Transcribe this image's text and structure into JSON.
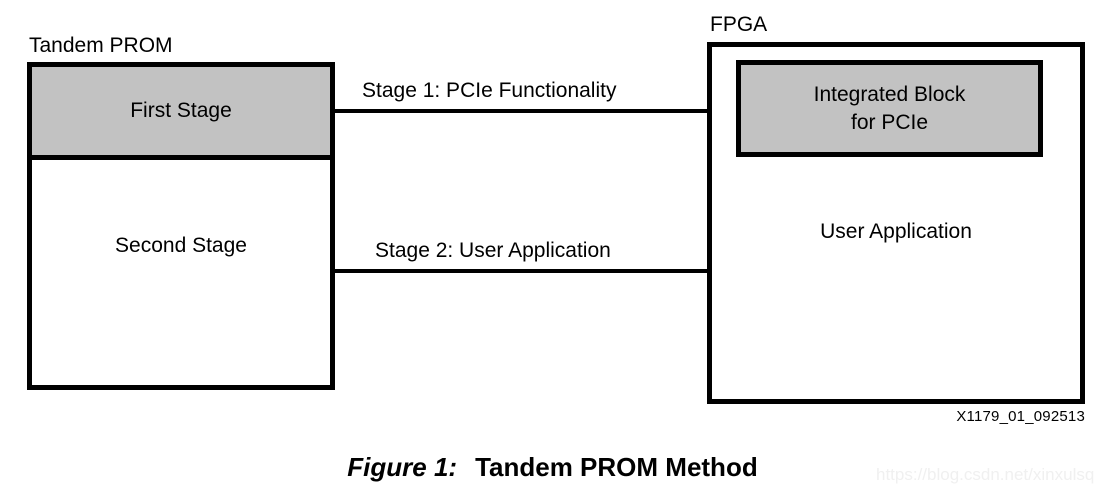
{
  "figure": {
    "id_code": "X1179_01_092513",
    "caption_label": "Figure 1:",
    "caption_title": "Tandem PROM Method"
  },
  "prom": {
    "label": "Tandem PROM",
    "first_stage": "First Stage",
    "second_stage": "Second Stage",
    "fill_color": "#c2c2c2"
  },
  "fpga": {
    "label": "FPGA",
    "pcie_block_line1": "Integrated Block",
    "pcie_block_line2": "for PCIe",
    "user_application": "User Application",
    "fill_color": "#c2c2c2"
  },
  "arrows": [
    {
      "label": "Stage 1: PCIe Functionality"
    },
    {
      "label": "Stage 2: User Application"
    }
  ],
  "watermark": {
    "text": "https://blog.csdn.net/xinxulsq"
  },
  "colors": {
    "stroke": "#000000",
    "background": "#ffffff",
    "shaded": "#c2c2c2"
  }
}
